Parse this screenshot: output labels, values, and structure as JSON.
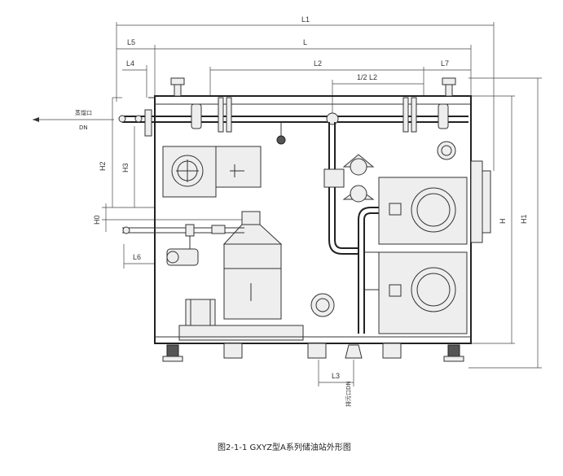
{
  "dimensions": {
    "L1": "L1",
    "L5": "L5",
    "L": "L",
    "L4": "L4",
    "L2": "L2",
    "L7": "L7",
    "half_L2": "1/2 L2",
    "H1": "H1",
    "H2": "H2",
    "H": "H",
    "H3": "H3",
    "H0": "H0",
    "L6": "L6",
    "L3": "L3"
  },
  "labels": {
    "outlet": "蒸馏口",
    "outlet_size": "DN",
    "bottom_note": "排污口DN"
  },
  "caption": "图2-1-1   GXYZ型A系列储油站外形图"
}
